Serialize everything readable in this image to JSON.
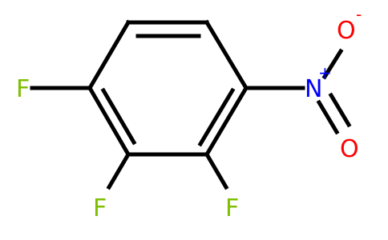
{
  "molecule": {
    "atoms": {
      "f_left": "F",
      "f_bottom_left": "F",
      "f_bottom_right": "F",
      "n": "N",
      "n_charge": "+",
      "o_top": "O",
      "o_top_charge": "-",
      "o_bottom": "O"
    },
    "colors": {
      "bond": "#000000",
      "fluorine": "#7fbf00",
      "nitrogen": "#0000ff",
      "oxygen": "#ff0000"
    }
  }
}
